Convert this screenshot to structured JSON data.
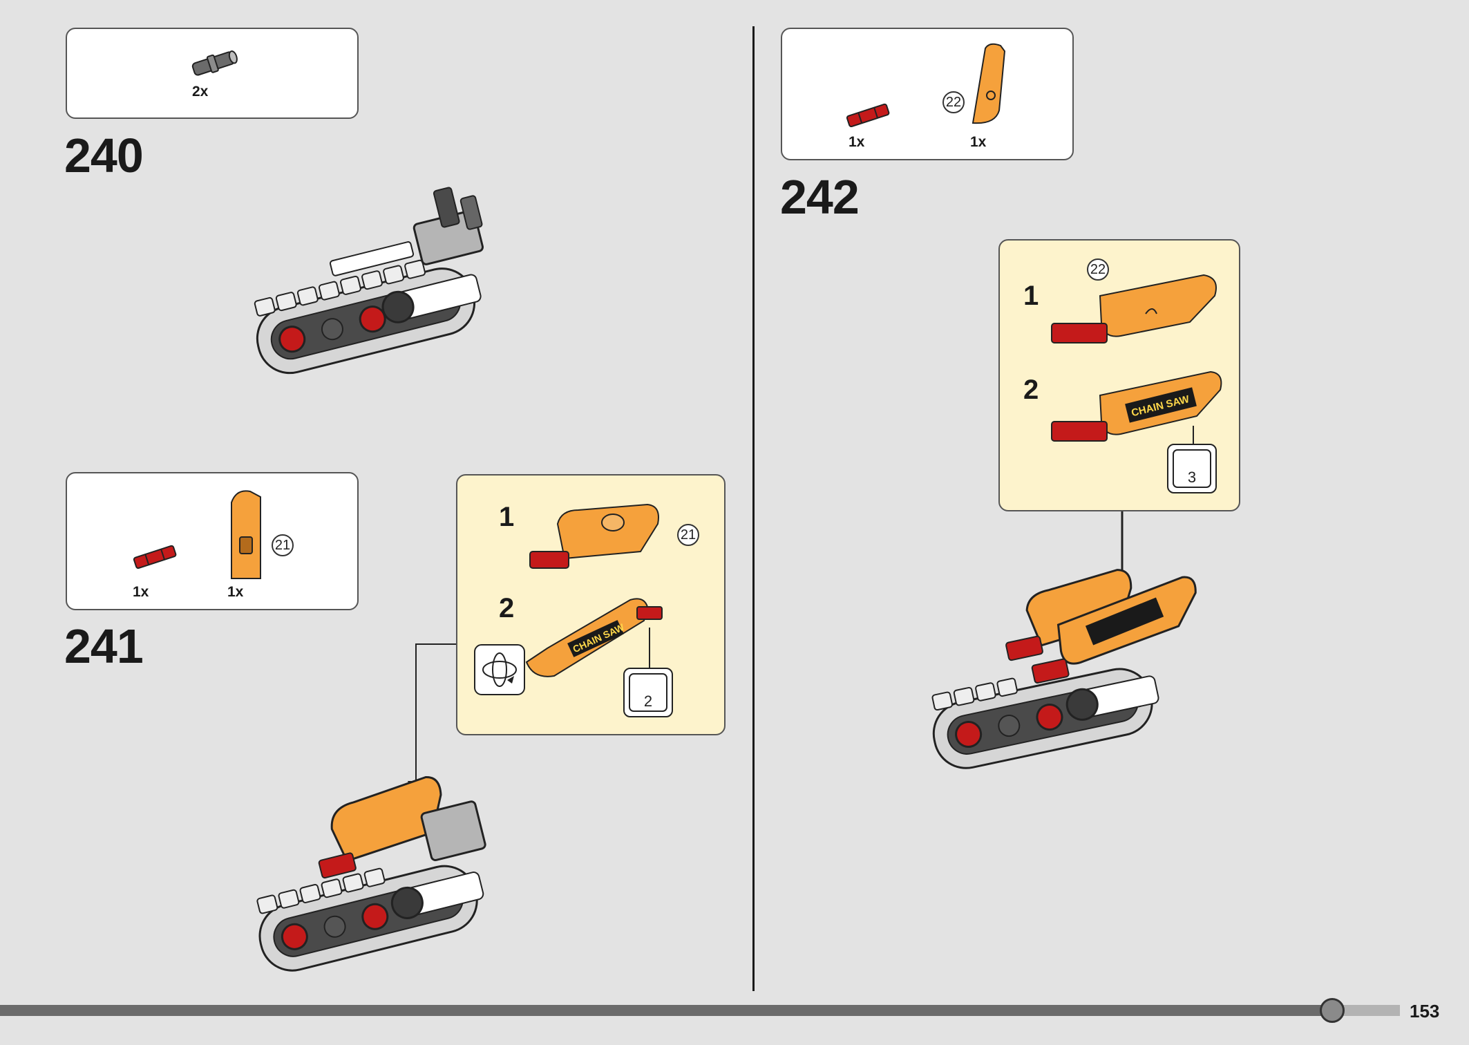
{
  "page": {
    "number": "153"
  },
  "steps": [
    {
      "id": "240",
      "number": "240",
      "parts": [
        {
          "qty": "2x",
          "icon": "gray-pin-icon"
        }
      ]
    },
    {
      "id": "241",
      "number": "241",
      "parts": [
        {
          "qty": "1x",
          "icon": "red-axle-icon"
        },
        {
          "qty": "1x",
          "icon": "orange-panel-icon",
          "callout": "21"
        }
      ],
      "substeps": [
        {
          "number": "1",
          "callout": "21"
        },
        {
          "number": "2",
          "sticker": "2",
          "sticker_text": "CHAIN SAW"
        }
      ]
    },
    {
      "id": "242",
      "number": "242",
      "parts": [
        {
          "qty": "1x",
          "icon": "red-axle-icon"
        },
        {
          "qty": "1x",
          "icon": "orange-panel-icon",
          "callout": "22"
        }
      ],
      "substeps": [
        {
          "number": "1",
          "callout": "22"
        },
        {
          "number": "2",
          "sticker": "3",
          "sticker_text": "CHAIN SAW"
        }
      ]
    }
  ],
  "progress": {
    "fraction": 0.95
  },
  "colors": {
    "orange": "#f5a13c",
    "red": "#c41a1a",
    "dark_gray": "#3a3a3a",
    "light_gray": "#c8c8c8",
    "panel_yellow": "#fdf3cc"
  }
}
